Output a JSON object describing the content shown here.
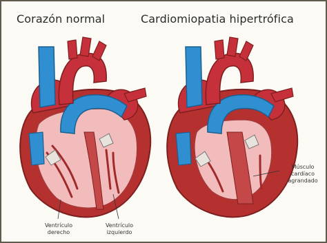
{
  "titles": {
    "normal": "Corazón normal",
    "hypertrophic": "Cardiomiopatia hipertrófica"
  },
  "labels": {
    "right_ventricle": [
      "Ventrículo",
      "derecho"
    ],
    "left_ventricle": [
      "Ventrículo",
      "izquierdo"
    ],
    "enlarged_muscle": [
      "Músculo",
      "cardíaco",
      "agrandado"
    ]
  },
  "colors": {
    "vein_blue": "#2f8fd1",
    "artery_red": "#c6303a",
    "muscle_red": "#b4312f",
    "chamber_pink": "#f3bcbc"
  }
}
